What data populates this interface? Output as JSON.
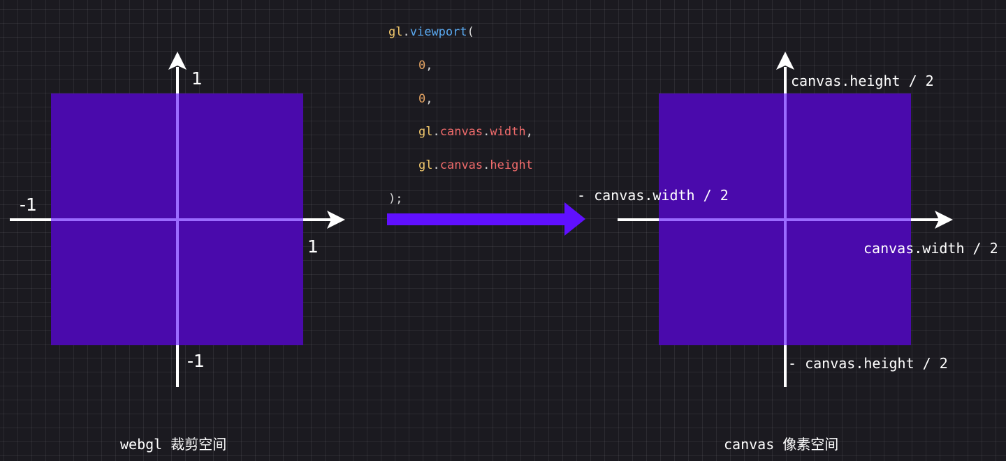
{
  "left": {
    "label_top": "1",
    "label_right": "1",
    "label_left": "-1",
    "label_bottom": "-1",
    "caption": "webgl 裁剪空间"
  },
  "code": {
    "call_object": "gl",
    "call_dot": ".",
    "call_function": "viewport",
    "open_paren": "(",
    "arg1": "0",
    "arg2": "0",
    "arg3_object": "gl",
    "arg3_dot1": ".",
    "arg3_prop1": "canvas",
    "arg3_dot2": ".",
    "arg3_prop2": "width",
    "arg4_object": "gl",
    "arg4_dot1": ".",
    "arg4_prop1": "canvas",
    "arg4_dot2": ".",
    "arg4_prop2": "height",
    "comma": ",",
    "close": ");"
  },
  "right": {
    "label_top": "canvas.height / 2",
    "label_left": "- canvas.width / 2",
    "label_right": "canvas.width / 2",
    "label_bottom": "- canvas.height / 2",
    "caption": "canvas 像素空间"
  },
  "colors": {
    "background": "#1b1a20",
    "square": "#4a0aac",
    "inner_axis": "#9b6bff",
    "axis": "#ffffff",
    "transition_arrow": "#6010ff"
  }
}
